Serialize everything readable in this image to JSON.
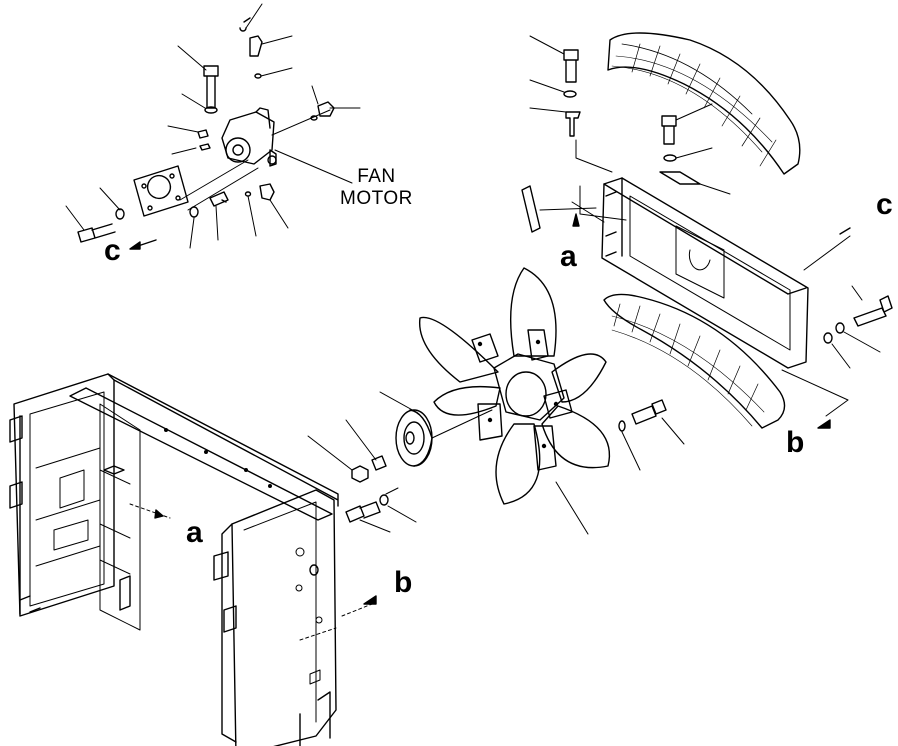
{
  "figure": {
    "callouts": {
      "fan_motor_line1": "FAN",
      "fan_motor_line2": "MOTOR"
    },
    "reference_marks": {
      "a_upper": "a",
      "a_lower": "a",
      "b_upper": "b",
      "b_lower": "b",
      "c_left": "c",
      "c_right": "c"
    }
  },
  "colors": {
    "ink": "#000000",
    "paper": "#ffffff"
  }
}
